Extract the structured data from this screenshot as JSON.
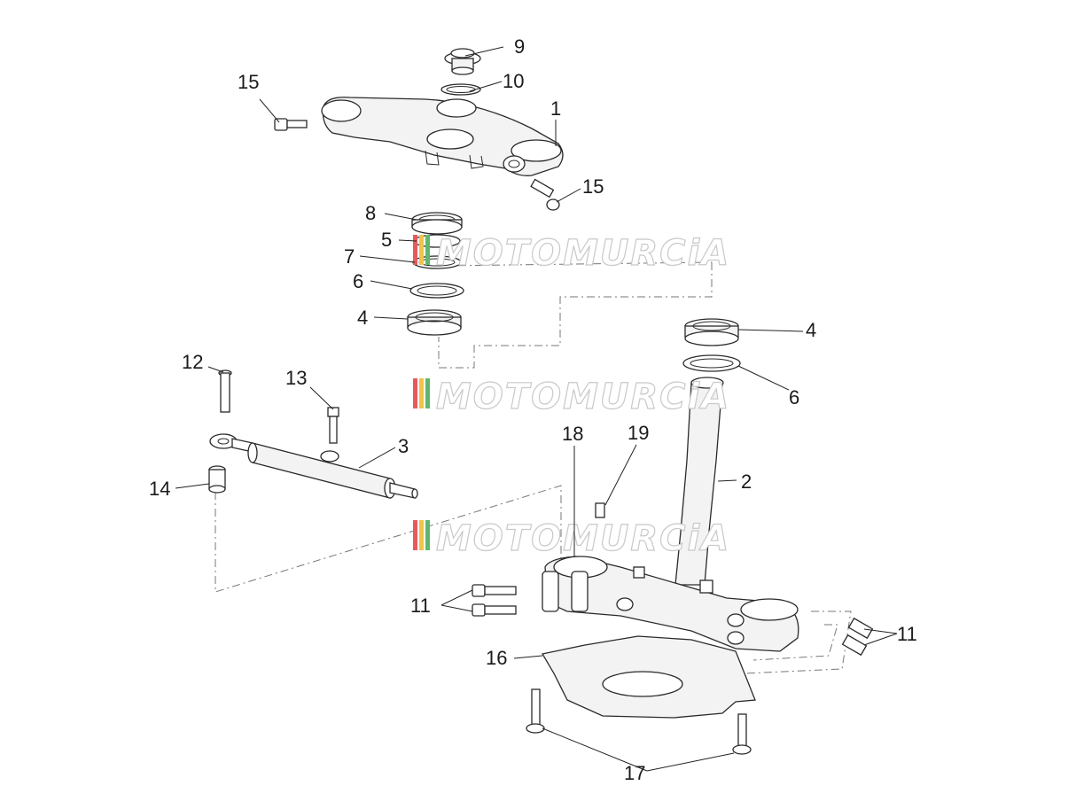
{
  "diagram": {
    "watermark": "MOTOMURCiA",
    "watermark_colors": [
      "#e85a5a",
      "#f2c34a",
      "#5fb86a",
      "#cfcfcf"
    ],
    "callouts": [
      "1",
      "2",
      "3",
      "4",
      "4",
      "5",
      "6",
      "6",
      "7",
      "8",
      "9",
      "10",
      "11",
      "11",
      "12",
      "13",
      "14",
      "15",
      "15",
      "16",
      "17",
      "18",
      "19"
    ]
  }
}
